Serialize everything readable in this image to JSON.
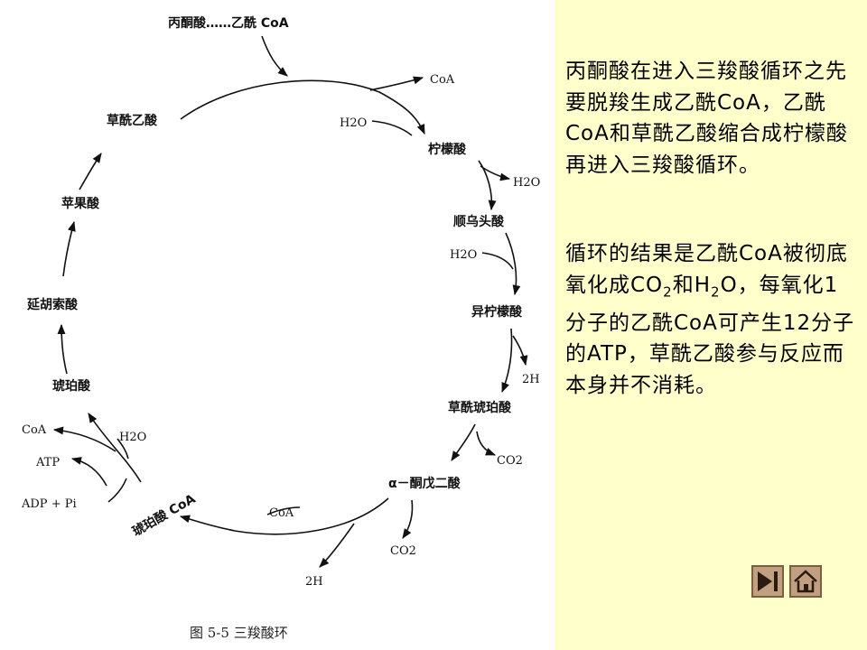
{
  "diagram": {
    "title": "丙酮酸……乙酰 CoA",
    "nodes": {
      "citrate": "柠檬酸",
      "cis_aconitate": "顺乌头酸",
      "isocitrate": "异柠檬酸",
      "oxalosuccinate": "草酰琥珀酸",
      "ketoglutarate": "α－酮戊二酸",
      "succinyl_coa": "琥珀酸 CoA",
      "succinate": "琥珀酸",
      "fumarate": "延胡索酸",
      "malate": "苹果酸",
      "oxaloacetate": "草酰乙酸"
    },
    "side": {
      "coa_1": "CoA",
      "h2o_1": "H2O",
      "h2o_2": "H2O",
      "h2o_3": "H2O",
      "h2_1": "2H",
      "co2_1": "CO2",
      "coa_2": "CoA",
      "co2_2": "CO2",
      "h2_2": "2H",
      "coa_3": "CoA",
      "atp": "ATP",
      "adp_pi": "ADP + Pi",
      "h2o_4": "H2O"
    },
    "caption": "图 5-5    三羧酸环"
  },
  "text": {
    "para1": "丙酮酸在进入三羧酸循环之先要脱羧生成乙酰CoA，乙酰CoA和草酰乙酸缩合成柠檬酸再进入三羧酸循环。",
    "para2_part1": "循环的结果是乙酰CoA被彻底氧化成CO",
    "para2_sub1": "2",
    "para2_part2": "和H",
    "para2_sub2": "2",
    "para2_part3": "O，每氧化1分子的乙酰CoA可产生12分子的ATP，草酰乙酸参与反应而本身并不消耗。"
  },
  "nav": {
    "next_icon": "play-next-icon",
    "home_icon": "home-icon",
    "button_color": "#c0a080"
  },
  "colors": {
    "right_panel_bg": "#ffffcc",
    "diagram_bg": "#ffffff",
    "text": "#000000"
  }
}
